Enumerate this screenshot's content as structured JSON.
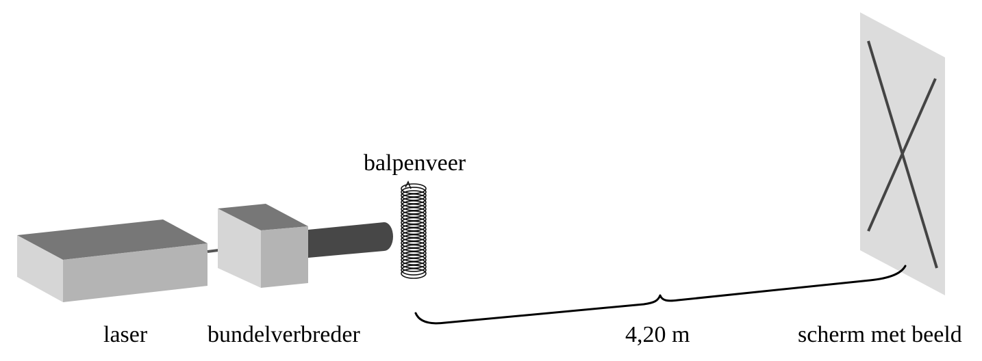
{
  "labels": {
    "spring": "balpenveer",
    "laser": "laser",
    "expander": "bundelverbreder",
    "distance": "4,20 m",
    "screen": "scherm met beeld"
  },
  "colors": {
    "box_top": "#777777",
    "box_front": "#b4b4b4",
    "box_side": "#d6d6d6",
    "tube": "#474747",
    "beam": "#555555",
    "screen": "#dcdcdc",
    "cross": "#444444",
    "spring": "#111111",
    "brace": "#000000"
  }
}
